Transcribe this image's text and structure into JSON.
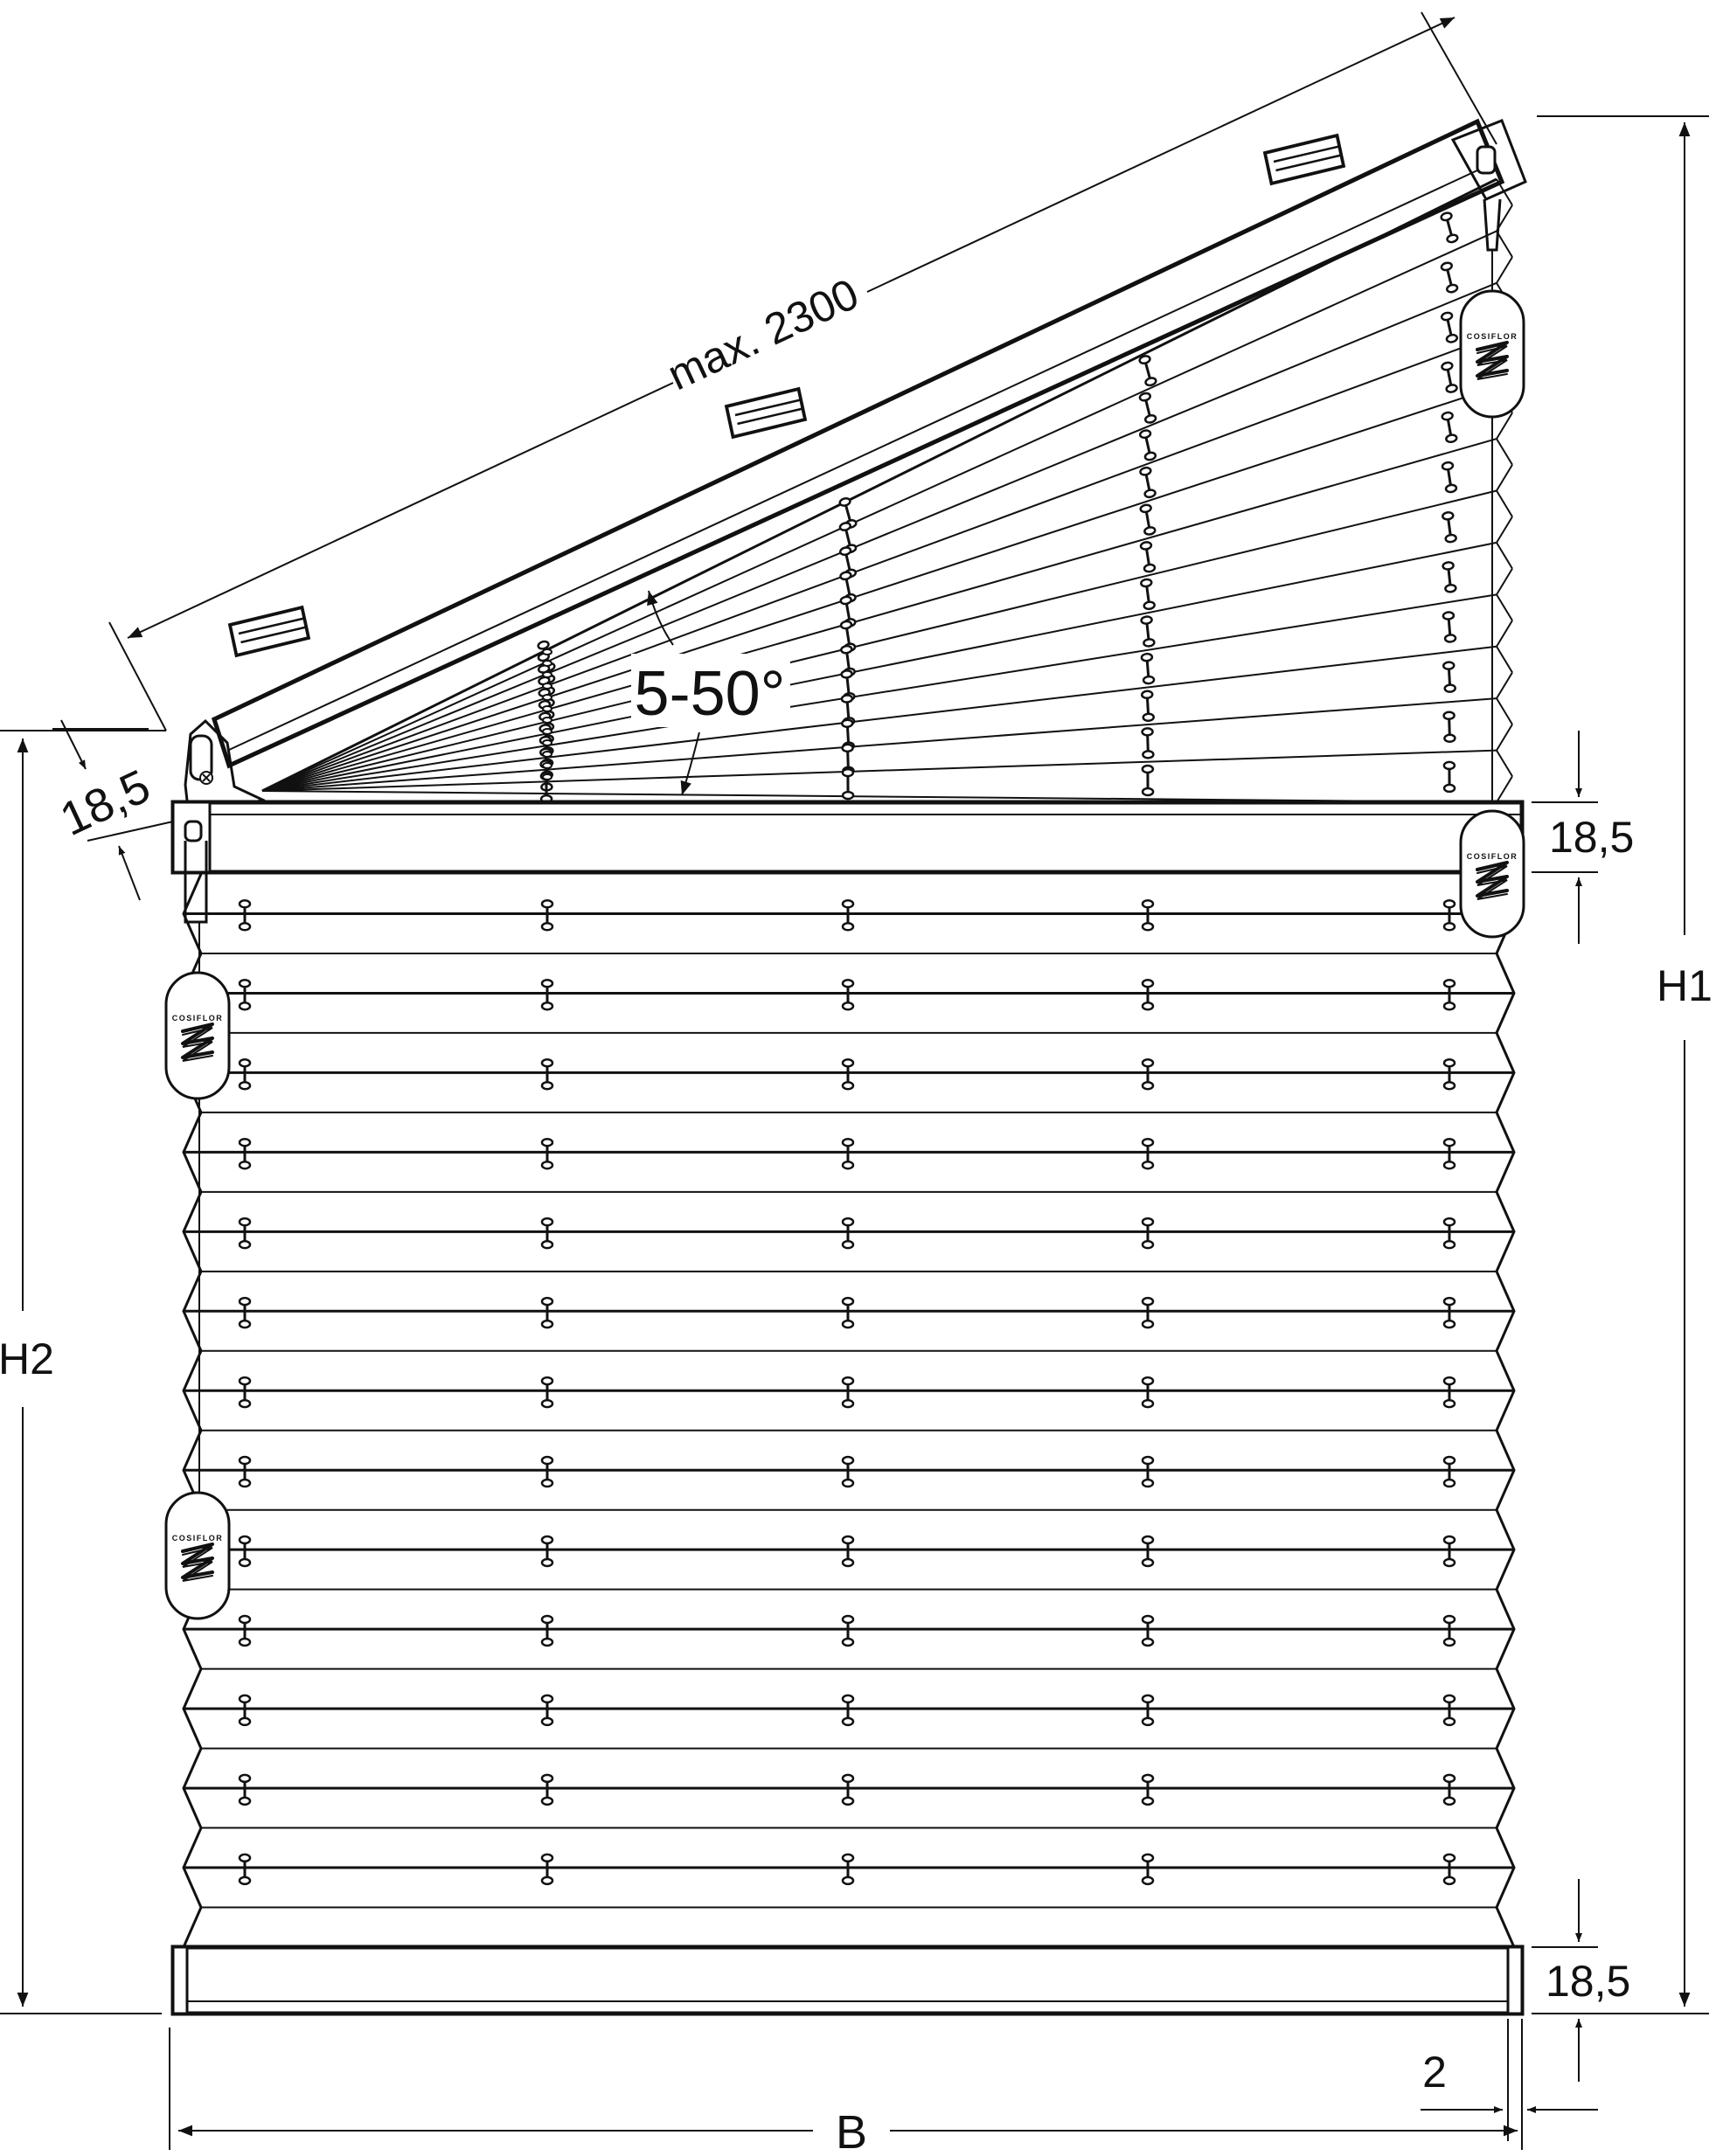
{
  "labels": {
    "length": "max. 2300",
    "angle": "5-50°",
    "rail_side_left": "18,5",
    "rail_top_right": "18,5",
    "rail_bottom_right": "18,5",
    "offset": "2",
    "width": "B",
    "height_1": "H1",
    "height_2": "H2"
  },
  "brand_text": "COSIFLOR",
  "icons": {
    "handle": "cosiflor-logo-icon",
    "clip": "window-clip-icon"
  }
}
